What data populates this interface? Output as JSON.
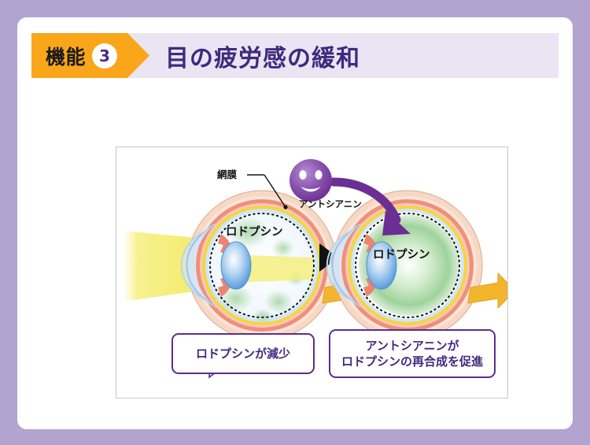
{
  "theme": {
    "outer_background": "#b2a3d1",
    "card_background": "#ffffff",
    "header_band": "#e9e5f2",
    "badge_orange": "#f9a61b",
    "title_purple": "#3f2a7e",
    "balloon_border": "#5b2d90",
    "anthocyanin_purple": "#7b3fa0",
    "light_beam_yellow": "#f5ef7a",
    "rhodopsin_green": "#8fcf8f",
    "optic_nerve_orange": "#f2b430"
  },
  "header": {
    "badge_label": "機能",
    "badge_number": "3",
    "title": "目の疲労感の緩和"
  },
  "diagram": {
    "labels": {
      "retina": "網膜",
      "anthocyanin": "アントシアニン",
      "rhodopsin_left": "ロドプシン",
      "rhodopsin_right": "ロドプシン"
    },
    "captions": {
      "left": "ロドプシンが減少",
      "right_line1": "アントシアニンが",
      "right_line2": "ロドプシンの再合成を促進"
    },
    "icons": {
      "anthocyanin_face": "anthocyanin-smiley-icon",
      "step_arrow": "step-arrow-icon",
      "synthesis_arrow": "synthesis-arrow-icon",
      "optic_nerve": "optic-nerve-arrow-icon",
      "light_beam": "light-beam-icon"
    }
  }
}
